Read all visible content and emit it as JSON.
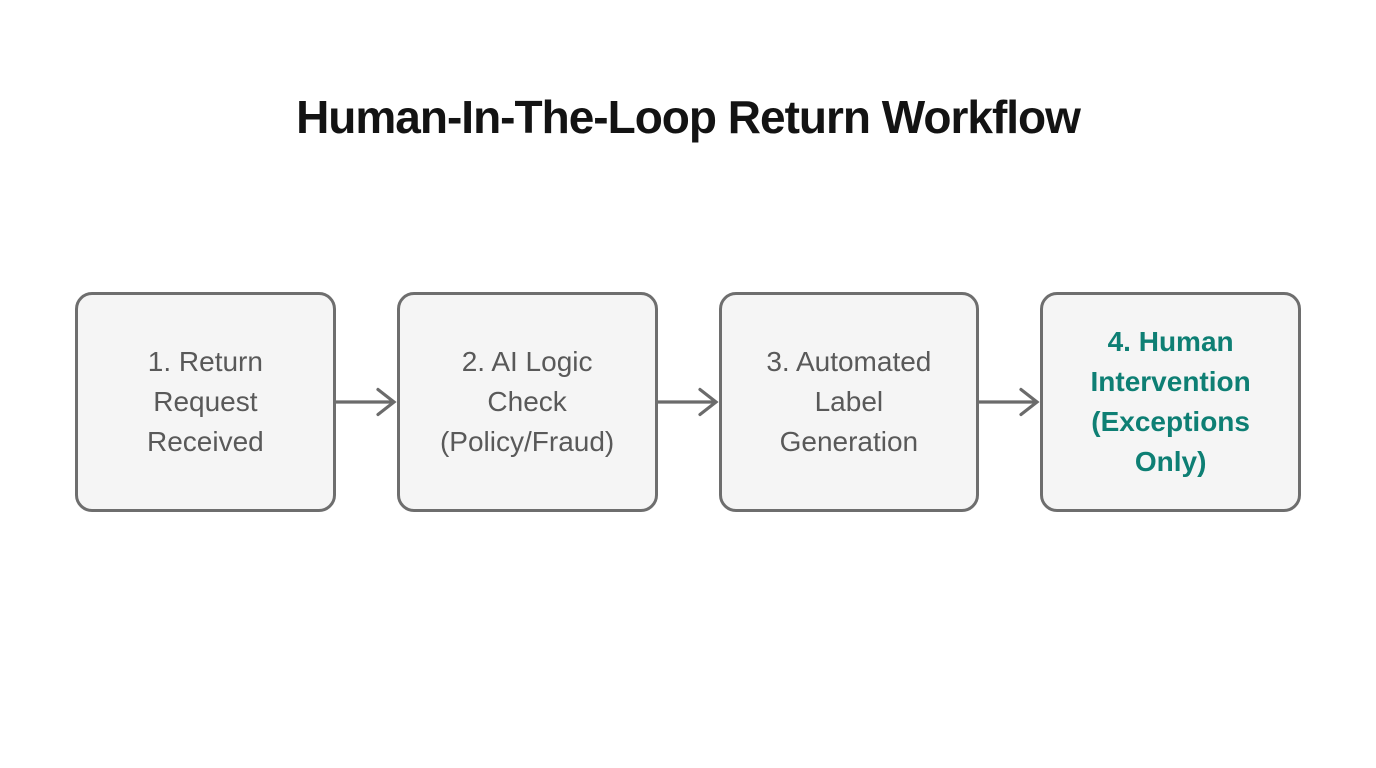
{
  "title": "Human-In-The-Loop Return Workflow",
  "colors": {
    "background": "#ffffff",
    "box_fill": "#f5f5f5",
    "box_border": "#6e6e6e",
    "box_text": "#595959",
    "highlight_text": "#0e7f74",
    "arrow": "#6b6b6b",
    "title_text": "#131313"
  },
  "flow": {
    "connector_icon": "arrow-right",
    "steps": [
      {
        "id": "step-1",
        "label": "1. Return Request Received",
        "lines": [
          "1. Return",
          "Request",
          "Received"
        ],
        "highlighted": false
      },
      {
        "id": "step-2",
        "label": "2. AI Logic Check (Policy/Fraud)",
        "lines": [
          "2. AI Logic",
          "Check",
          "(Policy/Fraud)"
        ],
        "highlighted": false
      },
      {
        "id": "step-3",
        "label": "3. Automated Label Generation",
        "lines": [
          "3. Automated",
          "Label",
          "Generation"
        ],
        "highlighted": false
      },
      {
        "id": "step-4",
        "label": "4. Human Intervention (Exceptions Only)",
        "lines": [
          "4. Human",
          "Intervention",
          "(Exceptions",
          "Only)"
        ],
        "highlighted": true
      }
    ]
  }
}
